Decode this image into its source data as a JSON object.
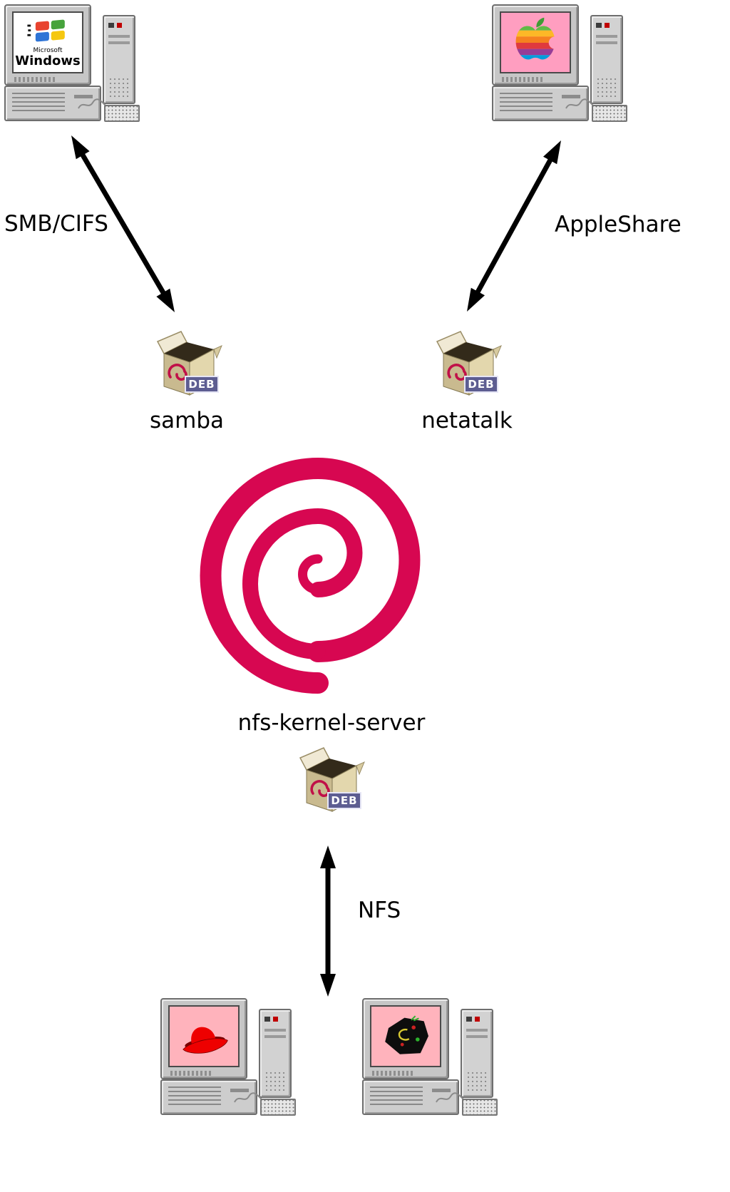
{
  "labels": {
    "deb": "DEB",
    "microsoft": "Microsoft",
    "windows": "Windows"
  },
  "protocols": {
    "smb": "SMB/CIFS",
    "appleshare": "AppleShare",
    "nfs": "NFS"
  },
  "packages": {
    "samba": "samba",
    "netatalk": "netatalk",
    "nfs_server": "nfs-kernel-server"
  },
  "colors": {
    "debian_swirl": "#d70751",
    "deb_label_bg": "#5d5d91",
    "arrow": "#000000",
    "mac_screen": "#ff9ec0",
    "client_screen": "#ffb3bc",
    "red_hat": "#ee0000"
  }
}
